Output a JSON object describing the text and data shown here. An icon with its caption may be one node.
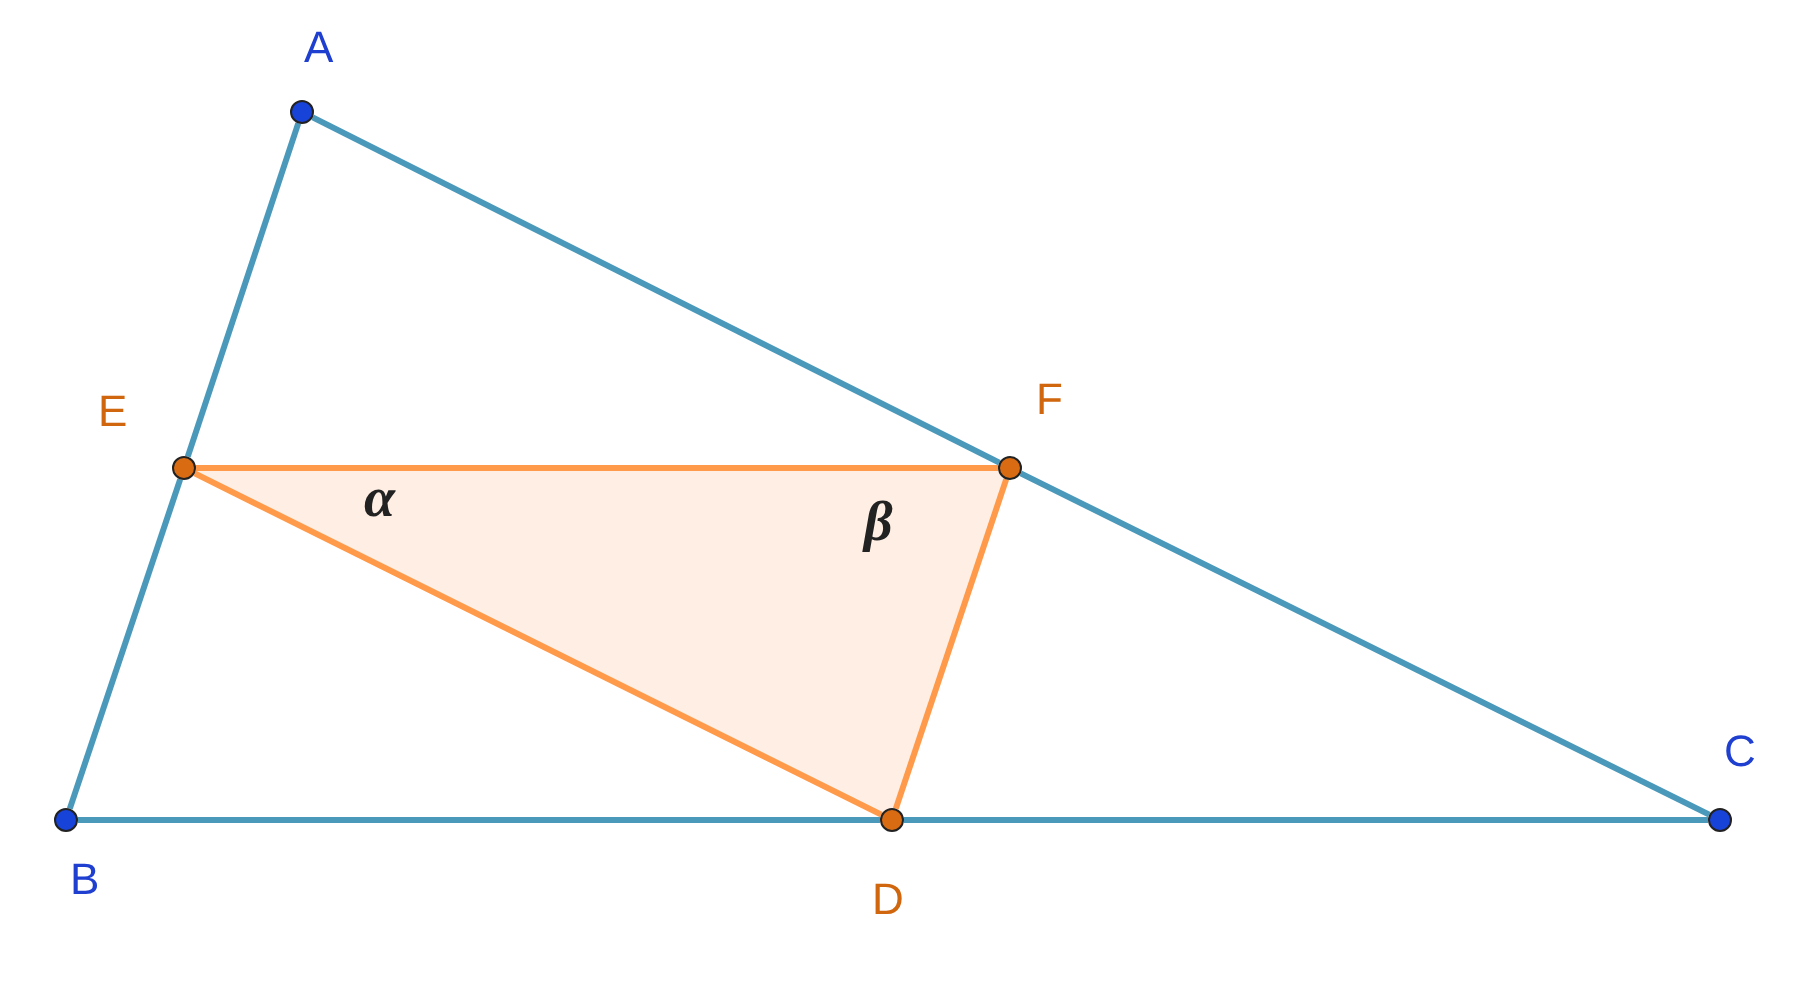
{
  "diagram": {
    "nodes": [
      {
        "text": [],
        "shape": "circle",
        "beside": [
          "A"
        ]
      },
      {
        "text": [],
        "shape": "circle",
        "beside": [
          "E"
        ]
      },
      {
        "text": [],
        "shape": "circle",
        "beside": [
          "F"
        ]
      },
      {
        "text": [],
        "shape": "circle",
        "beside": [
          "B"
        ]
      },
      {
        "text": [],
        "shape": "circle",
        "beside": [
          "D"
        ]
      },
      {
        "text": [],
        "shape": "circle",
        "beside": [
          "C"
        ]
      }
    ],
    "edges": [
      {
        "from": 0,
        "to": 1,
        "arrow": "none"
      },
      {
        "from": 1,
        "to": 3,
        "arrow": "none"
      },
      {
        "from": 3,
        "to": 4,
        "arrow": "none"
      },
      {
        "from": 4,
        "to": 5,
        "arrow": "none"
      },
      {
        "from": 5,
        "to": 2,
        "arrow": "none"
      },
      {
        "from": 2,
        "to": 0,
        "arrow": "none"
      },
      {
        "from": 1,
        "to": 2,
        "arrow": "none",
        "color": "#ff9a4a"
      },
      {
        "from": 2,
        "to": 4,
        "arrow": "none",
        "color": "#ff9a4a"
      },
      {
        "from": 4,
        "to": 1,
        "arrow": "none",
        "color": "#ff9a4a"
      }
    ],
    "labels": [
      "α",
      "β"
    ]
  }
}
